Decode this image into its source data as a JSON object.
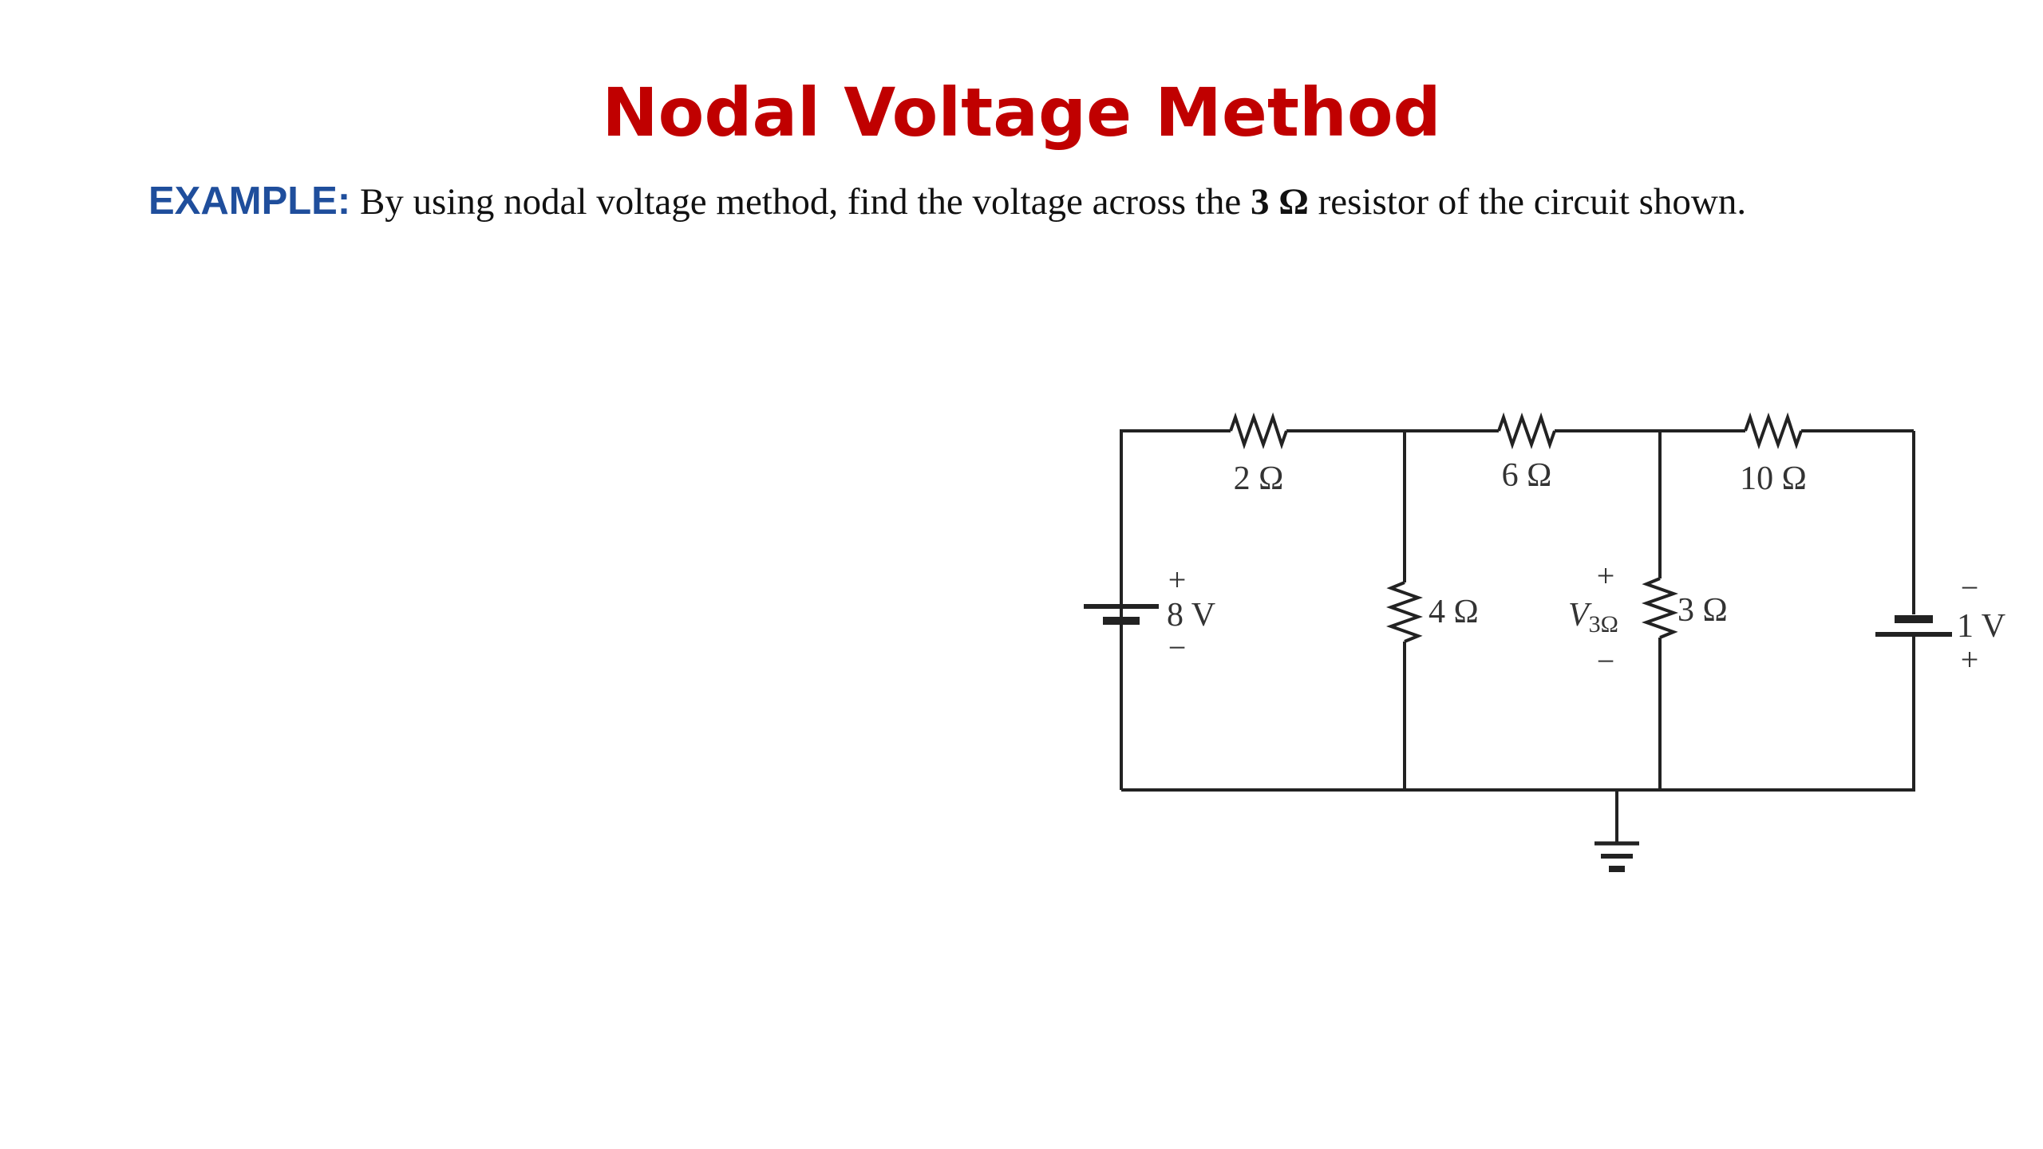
{
  "title": "Nodal Voltage Method",
  "example": {
    "label": "EXAMPLE:",
    "text_before": " By using nodal voltage method, find the voltage across the ",
    "bold": "3 Ω",
    "text_after": " resistor of the circuit shown."
  },
  "circuit": {
    "resistors": {
      "r2": "2 Ω",
      "r6": "6 Ω",
      "r10": "10 Ω",
      "r4": "4 Ω",
      "r3": "3 Ω"
    },
    "sources": {
      "v8": "8 V",
      "v1": "1 V"
    },
    "measure": {
      "symbol": "V",
      "subscript": "3Ω"
    },
    "signs": {
      "plus": "+",
      "minus": "−"
    }
  },
  "colors": {
    "title": "#c00000",
    "label": "#1f4e9c",
    "text": "#111111"
  }
}
